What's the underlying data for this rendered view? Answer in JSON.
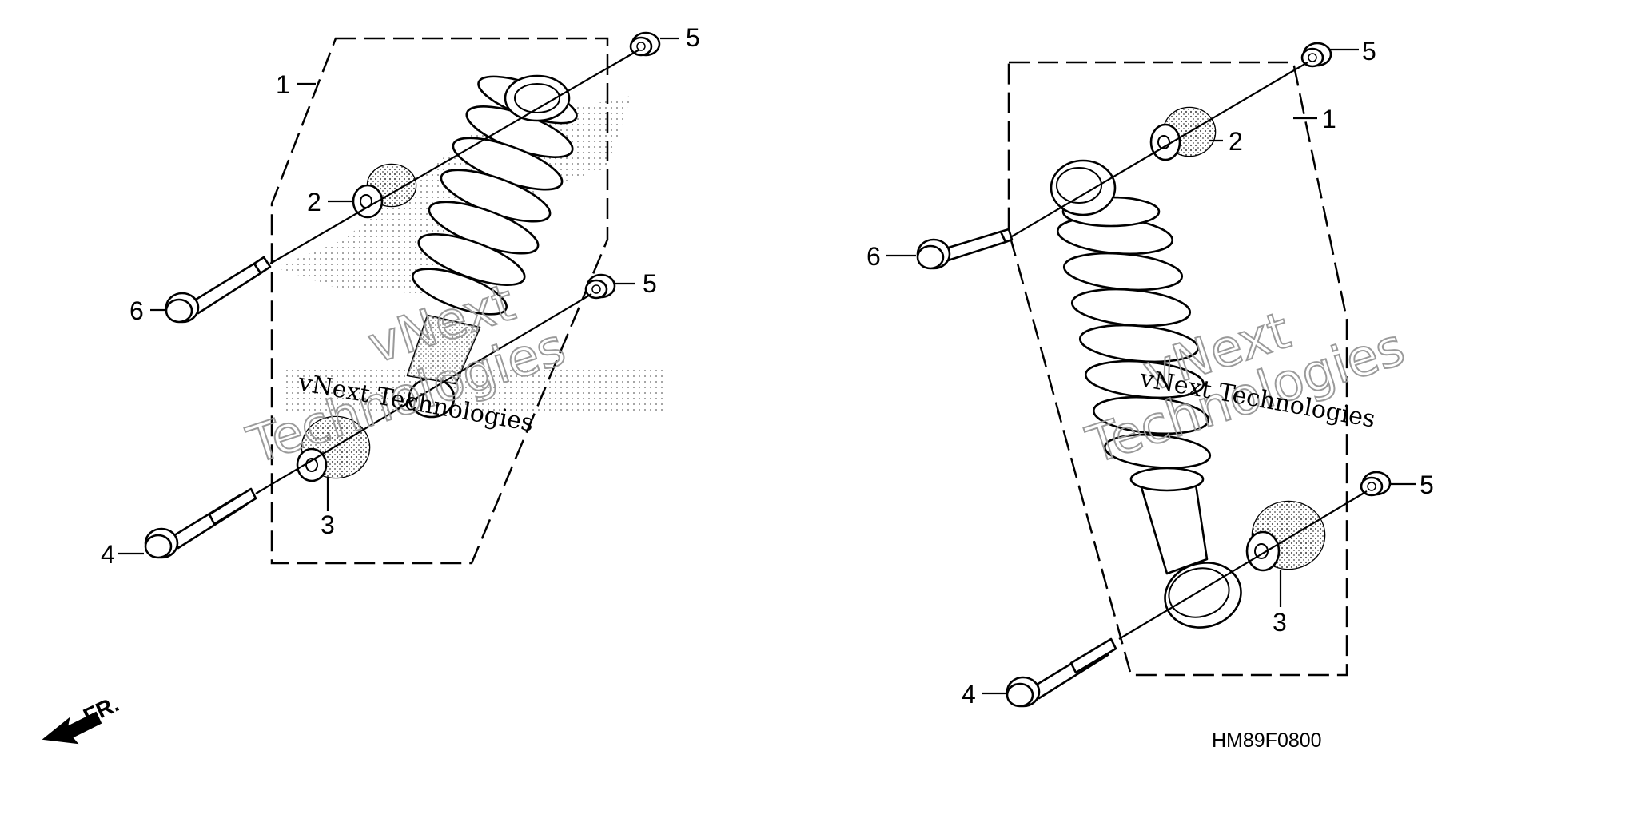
{
  "diagram": {
    "code": "HM89F0800",
    "front_label": "FR.",
    "watermark_line1": "vNext Technologies",
    "watermark_line2_big": "vNext",
    "watermark_line3_big": "Technologies",
    "left_assembly": {
      "callouts": [
        "1",
        "2",
        "6",
        "5",
        "5",
        "3",
        "4"
      ]
    },
    "right_assembly": {
      "callouts": [
        "5",
        "2",
        "1",
        "6",
        "5",
        "3",
        "4"
      ]
    }
  }
}
